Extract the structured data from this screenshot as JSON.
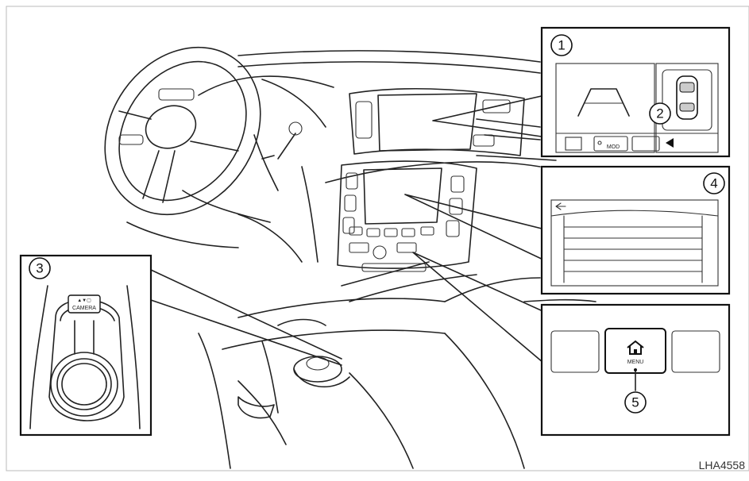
{
  "callouts": [
    "1",
    "2",
    "3",
    "4",
    "5"
  ],
  "button_labels": {
    "menu": "MENU",
    "mod": "MOD",
    "camera": "CAMERA"
  },
  "figure_code": "LHA4558",
  "icons": {
    "home": "home-icon",
    "back": "back-arrow-icon",
    "car": "car-top-view-icon"
  },
  "colors": {
    "line": "#222222",
    "background": "#ffffff"
  }
}
